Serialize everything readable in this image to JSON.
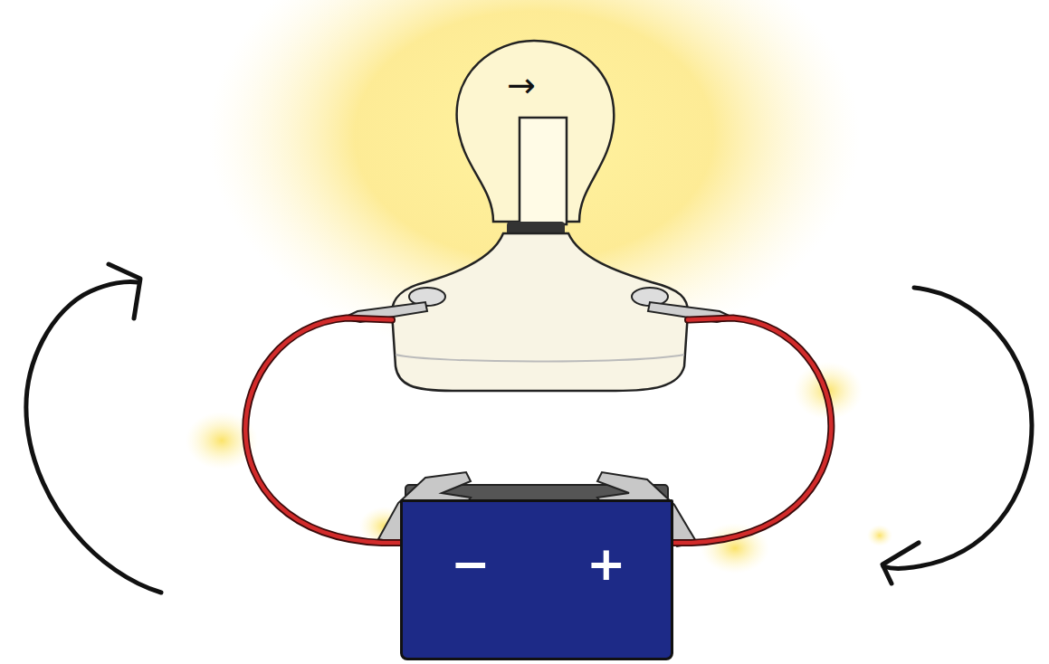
{
  "diagram": {
    "nodes": [
      {
        "text": [
          "→"
        ]
      },
      {
        "text": [
          "−",
          "+"
        ]
      }
    ],
    "edges": [
      {
        "from": 0,
        "to": 1,
        "arrow": "none"
      },
      {
        "from": 0,
        "to": 1,
        "arrow": "none"
      }
    ]
  }
}
